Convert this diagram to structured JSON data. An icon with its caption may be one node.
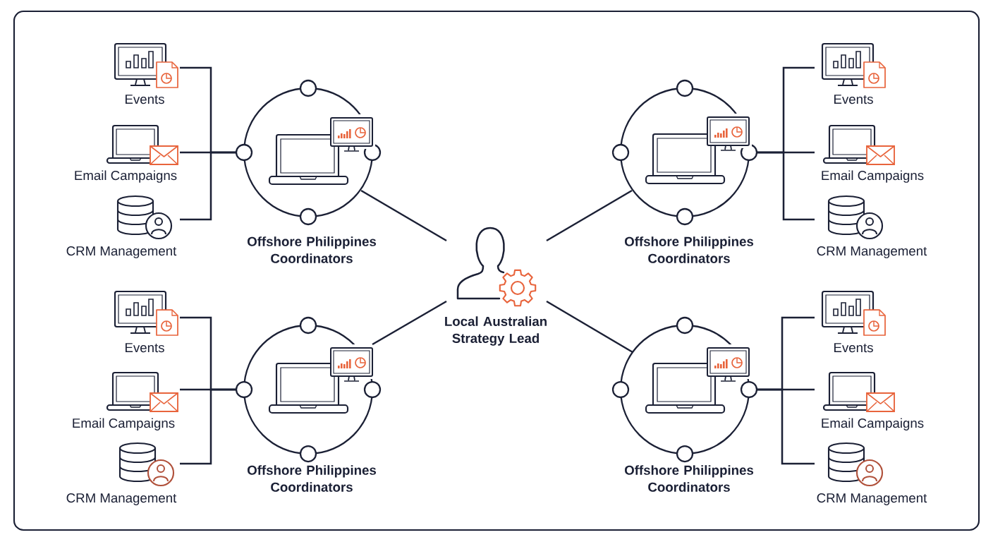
{
  "diagram": {
    "nodes": [
      {
        "text": [
          "Events"
        ]
      },
      {
        "text": [
          "Email Campaigns"
        ]
      },
      {
        "text": [
          "CRM Management"
        ]
      },
      {
        "text": [
          "Offshore Philippines Coordinators"
        ]
      },
      {
        "text": [
          "Offshore Philippines Coordinators"
        ]
      },
      {
        "text": [
          "Events"
        ]
      },
      {
        "text": [
          "Email Campaigns"
        ]
      },
      {
        "text": [
          "CRM Management"
        ]
      },
      {
        "text": [
          "Local Australian Strategy Lead"
        ]
      },
      {
        "text": [
          "Events"
        ]
      },
      {
        "text": [
          "Email Campaigns"
        ]
      },
      {
        "text": [
          "CRM Management"
        ]
      },
      {
        "text": [
          "Offshore Philippines Coordinators"
        ]
      },
      {
        "text": [
          "Offshore Philippines Coordinators"
        ]
      },
      {
        "text": [
          "Events"
        ]
      },
      {
        "text": [
          "Email Campaigns"
        ]
      },
      {
        "text": [
          "CRM Management"
        ]
      }
    ],
    "edges": [
      {
        "from": 8,
        "to": 3,
        "arrow": "none"
      },
      {
        "from": 8,
        "to": 4,
        "arrow": "none"
      },
      {
        "from": 8,
        "to": 12,
        "arrow": "none"
      },
      {
        "from": 8,
        "to": 13,
        "arrow": "none"
      },
      {
        "from": 3,
        "to": 0,
        "arrow": "none"
      },
      {
        "from": 3,
        "to": 1,
        "arrow": "none"
      },
      {
        "from": 3,
        "to": 2,
        "arrow": "none"
      },
      {
        "from": 4,
        "to": 5,
        "arrow": "none"
      },
      {
        "from": 4,
        "to": 6,
        "arrow": "none"
      },
      {
        "from": 4,
        "to": 7,
        "arrow": "none"
      },
      {
        "from": 12,
        "to": 9,
        "arrow": "none"
      },
      {
        "from": 12,
        "to": 10,
        "arrow": "none"
      },
      {
        "from": 12,
        "to": 11,
        "arrow": "none"
      },
      {
        "from": 13,
        "to": 14,
        "arrow": "none"
      },
      {
        "from": 13,
        "to": 15,
        "arrow": "none"
      },
      {
        "from": 13,
        "to": 16,
        "arrow": "none"
      }
    ]
  }
}
